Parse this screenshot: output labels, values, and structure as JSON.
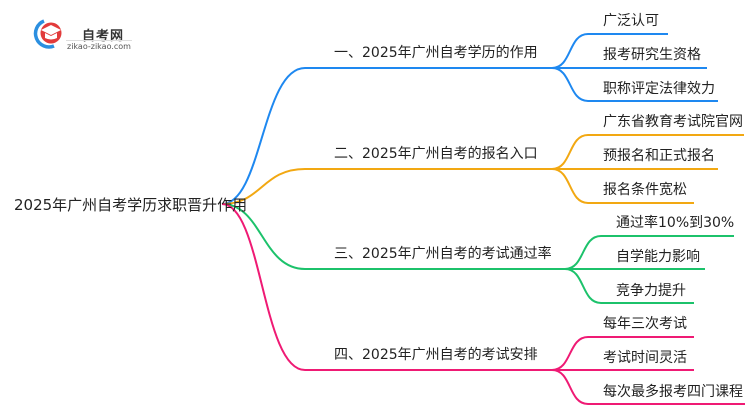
{
  "logo": {
    "title": "自考网",
    "url": "zikao-zikao.com",
    "icon": "graduation-cap-icon"
  },
  "mindmap": {
    "root": "2025年广州自考学历求职晋升作用",
    "branches": [
      {
        "label": "一、2025年广州自考学历的作用",
        "color": "#1e88f0",
        "children": [
          "广泛认可",
          "报考研究生资格",
          "职称评定法律效力"
        ]
      },
      {
        "label": "二、2025年广州自考的报名入口",
        "color": "#f2a812",
        "children": [
          "广东省教育考试院官网",
          "预报名和正式报名",
          "报名条件宽松"
        ]
      },
      {
        "label": "三、2025年广州自考的考试通过率",
        "color": "#1cc26b",
        "children": [
          "通过率10%到30%",
          "自学能力影响",
          "竞争力提升"
        ]
      },
      {
        "label": "四、2025年广州自考的考试安排",
        "color": "#ef1a74",
        "children": [
          "每年三次考试",
          "考试时间灵活",
          "每次最多报考四门课程"
        ]
      }
    ]
  }
}
